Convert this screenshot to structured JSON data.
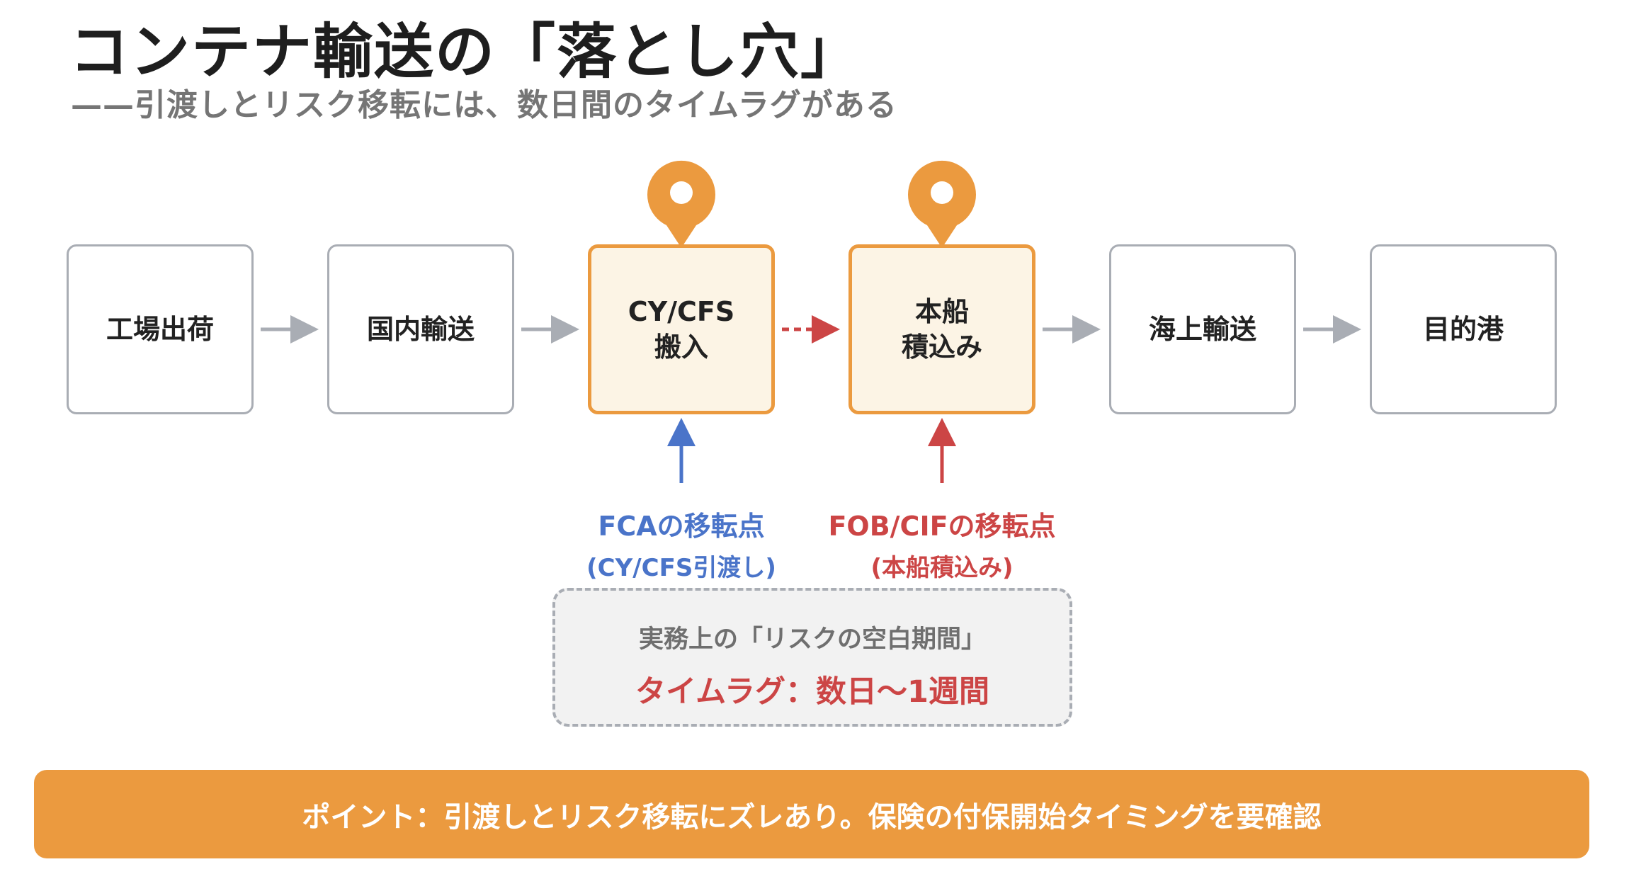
{
  "title": "コンテナ輸送の「落とし穴」",
  "subtitle": "——引渡しとリスク移転には、数日間のタイムラグがある",
  "flow": {
    "stages": [
      {
        "id": "factory",
        "label": "工場出荷",
        "highlight": false
      },
      {
        "id": "domestic",
        "label": "国内輸送",
        "highlight": false
      },
      {
        "id": "cy-cfs",
        "label": "CY/CFS\n搬入",
        "highlight": true
      },
      {
        "id": "onboard",
        "label": "本船\n積込み",
        "highlight": true
      },
      {
        "id": "ocean",
        "label": "海上輸送",
        "highlight": false
      },
      {
        "id": "destination",
        "label": "目的港",
        "highlight": false
      }
    ]
  },
  "transfer_points": {
    "fca": {
      "label": "FCAの移転点",
      "sub": "(CY/CFS引渡し)",
      "color": "#4a74c9"
    },
    "fob_cif": {
      "label": "FOB/CIFの移転点",
      "sub": "(本船積込み)",
      "color": "#cc4545"
    }
  },
  "gap_box": {
    "title": "実務上の「リスクの空白期間」",
    "value": "タイムラグ：数日〜1週間"
  },
  "point_bar": {
    "text": "ポイント：引渡しとリスク移転にズレあり。保険の付保開始タイミングを要確認"
  },
  "colors": {
    "accent": "#eb9a3f",
    "highlight_fill": "#fcf4e5",
    "neutral_border": "#a9adb4",
    "arrow_gray": "#a9adb4",
    "fca_blue": "#4a74c9",
    "fob_red": "#cc4545"
  },
  "icons": [
    "location-pin-icon",
    "arrow-right-icon",
    "arrow-up-icon"
  ]
}
